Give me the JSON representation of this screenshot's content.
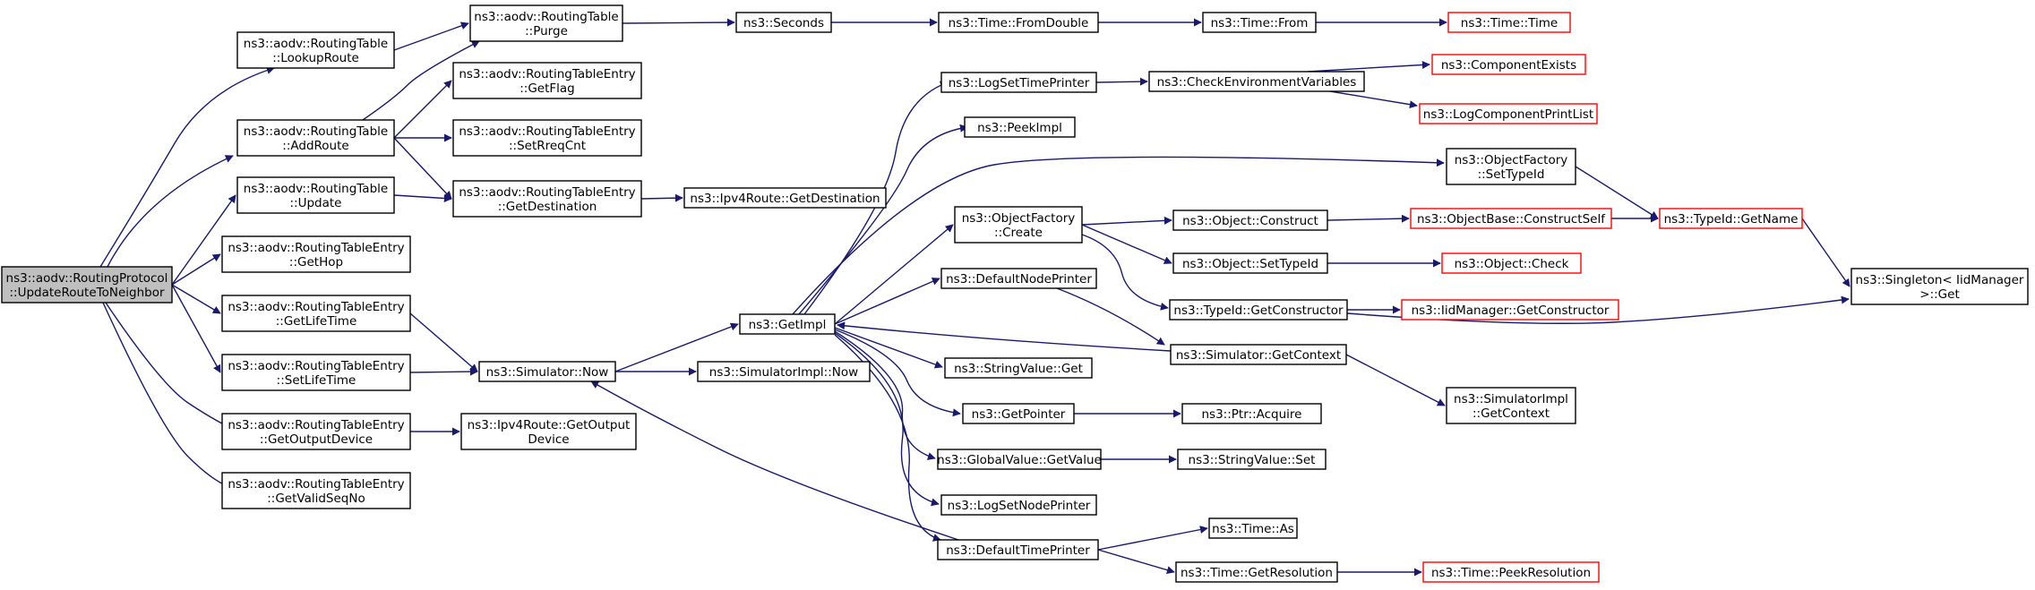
{
  "diagram": {
    "edge_color": "#191970",
    "external_border_color": "#ff0000",
    "root_fill": "#bfbfbf",
    "nodes": [
      {
        "id": "root",
        "lines": [
          "ns3::aodv::RoutingProtocol",
          "::UpdateRouteToNeighbor"
        ],
        "style": "root"
      },
      {
        "id": "lookup",
        "lines": [
          "ns3::aodv::RoutingTable",
          "::LookupRoute"
        ]
      },
      {
        "id": "addroute",
        "lines": [
          "ns3::aodv::RoutingTable",
          "::AddRoute"
        ]
      },
      {
        "id": "update",
        "lines": [
          "ns3::aodv::RoutingTable",
          "::Update"
        ]
      },
      {
        "id": "gethop",
        "lines": [
          "ns3::aodv::RoutingTableEntry",
          "::GetHop"
        ]
      },
      {
        "id": "getlifetime",
        "lines": [
          "ns3::aodv::RoutingTableEntry",
          "::GetLifeTime"
        ]
      },
      {
        "id": "setlifetime",
        "lines": [
          "ns3::aodv::RoutingTableEntry",
          "::SetLifeTime"
        ]
      },
      {
        "id": "getoutdev",
        "lines": [
          "ns3::aodv::RoutingTableEntry",
          "::GetOutputDevice"
        ]
      },
      {
        "id": "getvalidseq",
        "lines": [
          "ns3::aodv::RoutingTableEntry",
          "::GetValidSeqNo"
        ]
      },
      {
        "id": "purge",
        "lines": [
          "ns3::aodv::RoutingTable",
          "::Purge"
        ]
      },
      {
        "id": "getflag",
        "lines": [
          "ns3::aodv::RoutingTableEntry",
          "::GetFlag"
        ]
      },
      {
        "id": "setrreq",
        "lines": [
          "ns3::aodv::RoutingTableEntry",
          "::SetRreqCnt"
        ]
      },
      {
        "id": "getdest",
        "lines": [
          "ns3::aodv::RoutingTableEntry",
          "::GetDestination"
        ]
      },
      {
        "id": "simnow",
        "lines": [
          "ns3::Simulator::Now"
        ]
      },
      {
        "id": "ipv4outdev",
        "lines": [
          "ns3::Ipv4Route::GetOutput",
          "Device"
        ]
      },
      {
        "id": "seconds",
        "lines": [
          "ns3::Seconds"
        ]
      },
      {
        "id": "ipv4dest",
        "lines": [
          "ns3::Ipv4Route::GetDestination"
        ]
      },
      {
        "id": "getimpl",
        "lines": [
          "ns3::GetImpl"
        ]
      },
      {
        "id": "simimplnow",
        "lines": [
          "ns3::SimulatorImpl::Now"
        ]
      },
      {
        "id": "fromdouble",
        "lines": [
          "ns3::Time::FromDouble"
        ]
      },
      {
        "id": "logsettime",
        "lines": [
          "ns3::LogSetTimePrinter"
        ]
      },
      {
        "id": "peekimpl",
        "lines": [
          "ns3::PeekImpl"
        ]
      },
      {
        "id": "ofcreate",
        "lines": [
          "ns3::ObjectFactory",
          "::Create"
        ]
      },
      {
        "id": "defnodeprinter",
        "lines": [
          "ns3::DefaultNodePrinter"
        ]
      },
      {
        "id": "strvalget",
        "lines": [
          "ns3::StringValue::Get"
        ]
      },
      {
        "id": "getpointer",
        "lines": [
          "ns3::GetPointer"
        ]
      },
      {
        "id": "gvgetvalue",
        "lines": [
          "ns3::GlobalValue::GetValue"
        ]
      },
      {
        "id": "logsetnode",
        "lines": [
          "ns3::LogSetNodePrinter"
        ]
      },
      {
        "id": "deftimeprinter",
        "lines": [
          "ns3::DefaultTimePrinter"
        ]
      },
      {
        "id": "timefrom",
        "lines": [
          "ns3::Time::From"
        ]
      },
      {
        "id": "checkenv",
        "lines": [
          "ns3::CheckEnvironmentVariables"
        ]
      },
      {
        "id": "objconstruct",
        "lines": [
          "ns3::Object::Construct"
        ]
      },
      {
        "id": "objsettypeid",
        "lines": [
          "ns3::Object::SetTypeId"
        ]
      },
      {
        "id": "getconstructor",
        "lines": [
          "ns3::TypeId::GetConstructor"
        ]
      },
      {
        "id": "simgetcontext",
        "lines": [
          "ns3::Simulator::GetContext"
        ]
      },
      {
        "id": "ptracquire",
        "lines": [
          "ns3::Ptr::Acquire"
        ]
      },
      {
        "id": "strvalset",
        "lines": [
          "ns3::StringValue::Set"
        ]
      },
      {
        "id": "timeas",
        "lines": [
          "ns3::Time::As"
        ]
      },
      {
        "id": "timegetres",
        "lines": [
          "ns3::Time::GetResolution"
        ]
      },
      {
        "id": "timetime",
        "lines": [
          "ns3::Time::Time"
        ],
        "style": "ext"
      },
      {
        "id": "compexists",
        "lines": [
          "ns3::ComponentExists"
        ],
        "style": "ext"
      },
      {
        "id": "logcompprint",
        "lines": [
          "ns3::LogComponentPrintList"
        ],
        "style": "ext"
      },
      {
        "id": "ofsettypeid",
        "lines": [
          "ns3::ObjectFactory",
          "::SetTypeId"
        ]
      },
      {
        "id": "constructself",
        "lines": [
          "ns3::ObjectBase::ConstructSelf"
        ],
        "style": "ext"
      },
      {
        "id": "objcheck",
        "lines": [
          "ns3::Object::Check"
        ],
        "style": "ext"
      },
      {
        "id": "iidgetconstructor",
        "lines": [
          "ns3::IidManager::GetConstructor"
        ],
        "style": "ext"
      },
      {
        "id": "simimplgetcontext",
        "lines": [
          "ns3::SimulatorImpl",
          "::GetContext"
        ]
      },
      {
        "id": "peekres",
        "lines": [
          "ns3::Time::PeekResolution"
        ],
        "style": "ext"
      },
      {
        "id": "typeidgetname",
        "lines": [
          "ns3::TypeId::GetName"
        ],
        "style": "ext"
      },
      {
        "id": "singletonget",
        "lines": [
          "ns3::Singleton< IidManager",
          " >::Get"
        ]
      }
    ],
    "edges": [
      [
        "root",
        "lookup"
      ],
      [
        "root",
        "addroute"
      ],
      [
        "root",
        "update"
      ],
      [
        "root",
        "gethop"
      ],
      [
        "root",
        "getlifetime"
      ],
      [
        "root",
        "setlifetime"
      ],
      [
        "root",
        "getoutdev"
      ],
      [
        "root",
        "getvalidseq"
      ],
      [
        "lookup",
        "purge"
      ],
      [
        "addroute",
        "purge"
      ],
      [
        "addroute",
        "getflag"
      ],
      [
        "addroute",
        "setrreq"
      ],
      [
        "addroute",
        "getdest"
      ],
      [
        "update",
        "getdest"
      ],
      [
        "purge",
        "seconds"
      ],
      [
        "getdest",
        "ipv4dest"
      ],
      [
        "getlifetime",
        "simnow"
      ],
      [
        "setlifetime",
        "simnow"
      ],
      [
        "getoutdev",
        "ipv4outdev"
      ],
      [
        "simnow",
        "getimpl"
      ],
      [
        "simnow",
        "simimplnow"
      ],
      [
        "seconds",
        "fromdouble"
      ],
      [
        "fromdouble",
        "timefrom"
      ],
      [
        "timefrom",
        "timetime"
      ],
      [
        "getimpl",
        "logsettime"
      ],
      [
        "getimpl",
        "peekimpl"
      ],
      [
        "getimpl",
        "ofsettypeid"
      ],
      [
        "getimpl",
        "ofcreate"
      ],
      [
        "getimpl",
        "defnodeprinter"
      ],
      [
        "getimpl",
        "strvalget"
      ],
      [
        "getimpl",
        "getpointer"
      ],
      [
        "getimpl",
        "gvgetvalue"
      ],
      [
        "getimpl",
        "logsetnode"
      ],
      [
        "getimpl",
        "deftimeprinter"
      ],
      [
        "deftimeprinter",
        "simnow"
      ],
      [
        "deftimeprinter",
        "timeas"
      ],
      [
        "deftimeprinter",
        "timegetres"
      ],
      [
        "logsettime",
        "checkenv"
      ],
      [
        "checkenv",
        "compexists"
      ],
      [
        "checkenv",
        "logcompprint"
      ],
      [
        "ofcreate",
        "objconstruct"
      ],
      [
        "ofcreate",
        "objsettypeid"
      ],
      [
        "ofcreate",
        "getconstructor"
      ],
      [
        "defnodeprinter",
        "simgetcontext"
      ],
      [
        "simgetcontext",
        "getimpl"
      ],
      [
        "simgetcontext",
        "simimplgetcontext"
      ],
      [
        "getpointer",
        "ptracquire"
      ],
      [
        "gvgetvalue",
        "strvalset"
      ],
      [
        "timegetres",
        "peekres"
      ],
      [
        "objconstruct",
        "constructself"
      ],
      [
        "objsettypeid",
        "objcheck"
      ],
      [
        "getconstructor",
        "iidgetconstructor"
      ],
      [
        "getconstructor",
        "singletonget"
      ],
      [
        "constructself",
        "typeidgetname"
      ],
      [
        "ofsettypeid",
        "typeidgetname"
      ],
      [
        "typeidgetname",
        "singletonget"
      ]
    ]
  }
}
